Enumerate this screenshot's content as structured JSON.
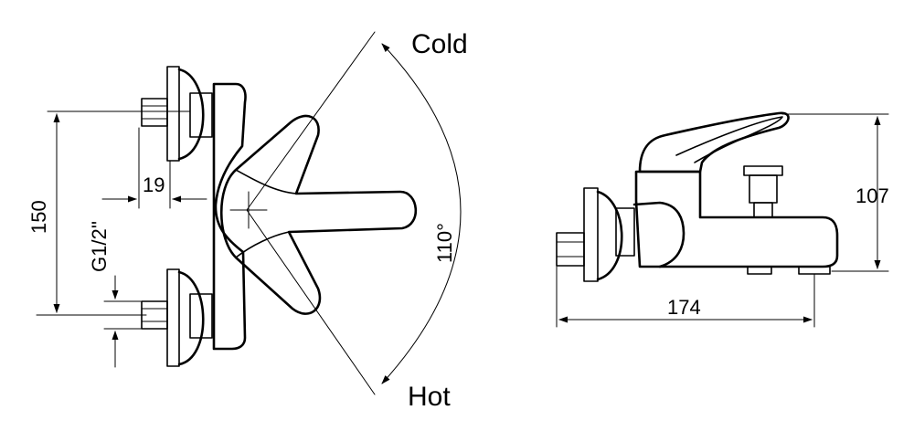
{
  "labels": {
    "cold": "Cold",
    "hot": "Hot",
    "angle": "110°",
    "thread": "G1/2''"
  },
  "dimensions": {
    "inlet_spacing": "150",
    "inlet_offset": "19",
    "height": "107",
    "length": "174"
  },
  "colors": {
    "line": "#000000",
    "background": "#ffffff"
  }
}
